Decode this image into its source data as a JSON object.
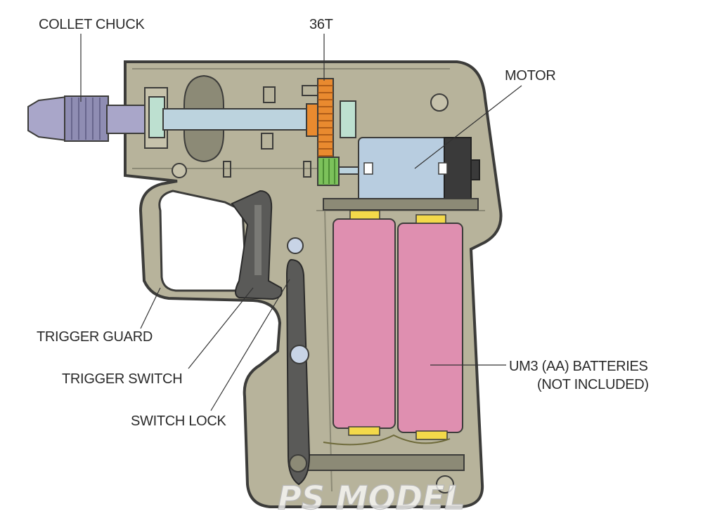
{
  "labels": {
    "collet_chuck": "COLLET CHUCK",
    "gear_36t": "36T",
    "motor": "MOTOR",
    "trigger_guard": "TRIGGER GUARD",
    "trigger_switch": "TRIGGER SWITCH",
    "switch_lock": "SWITCH LOCK",
    "batteries_line1": "UM3 (AA) BATTERIES",
    "batteries_line2": "(NOT INCLUDED)"
  },
  "watermark": "PS MODEL",
  "colors": {
    "housing": "#b7b39b",
    "housing_outline": "#3c3c3a",
    "shaft": "#bcd3de",
    "chuck": "#a9a6c9",
    "gear_orange": "#e98a2f",
    "gear_green": "#7cc15b",
    "motor_body": "#b8cde0",
    "battery": "#df8fb0",
    "battery_terminal": "#f3d94a",
    "trigger": "#5a5a58"
  }
}
